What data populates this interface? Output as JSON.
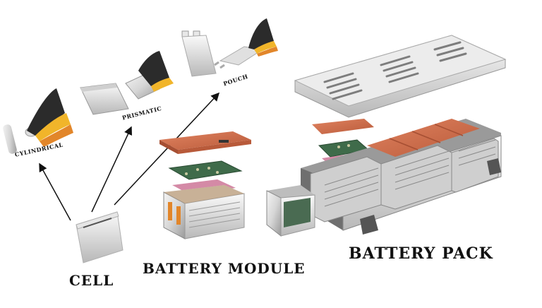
{
  "labels": {
    "cylindrical": "CYLINDRICAL",
    "prismatic": "PRISMATIC",
    "pouch": "POUCH",
    "cell": "CELL",
    "module": "BATTERY MODULE",
    "pack": "BATTERY PACK"
  },
  "colors": {
    "copper": "#d2704e",
    "pcb_green": "#3f6b4a",
    "pink_film": "#d48aa6",
    "metal_light": "#e4e4e4",
    "metal_dark": "#8c8c8c",
    "foil_yellow": "#f1b52a",
    "foil_orange": "#e2862a",
    "foil_dark": "#2b2b2b"
  }
}
